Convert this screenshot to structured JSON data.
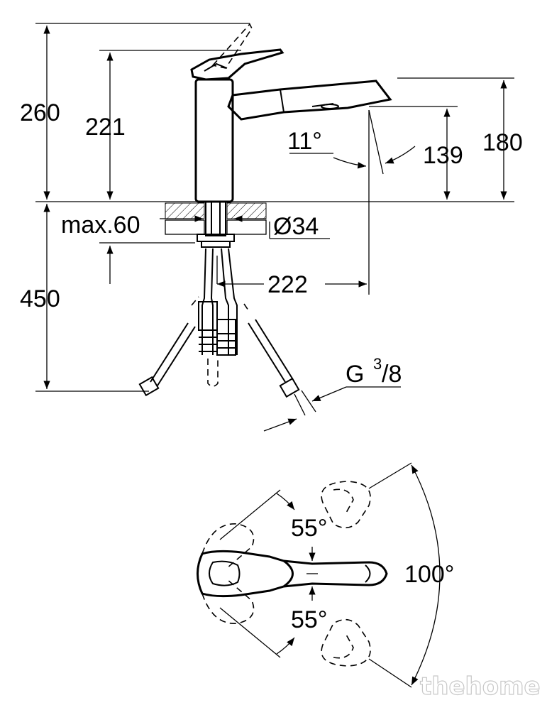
{
  "dimensions": {
    "total_height": "260",
    "body_height": "221",
    "spout_angle": "11°",
    "spout_outlet_height": "139",
    "spout_height": "180",
    "max_thickness": "max.60",
    "hole_diameter": "Ø34",
    "below_counter_length": "450",
    "spout_reach": "222",
    "connection_thread": "G",
    "thread_numerator": "3",
    "thread_denominator": "/8",
    "lever_angle_top": "55°",
    "lever_angle_bottom": "55°",
    "swivel_angle": "100°"
  },
  "watermark": "thehome"
}
